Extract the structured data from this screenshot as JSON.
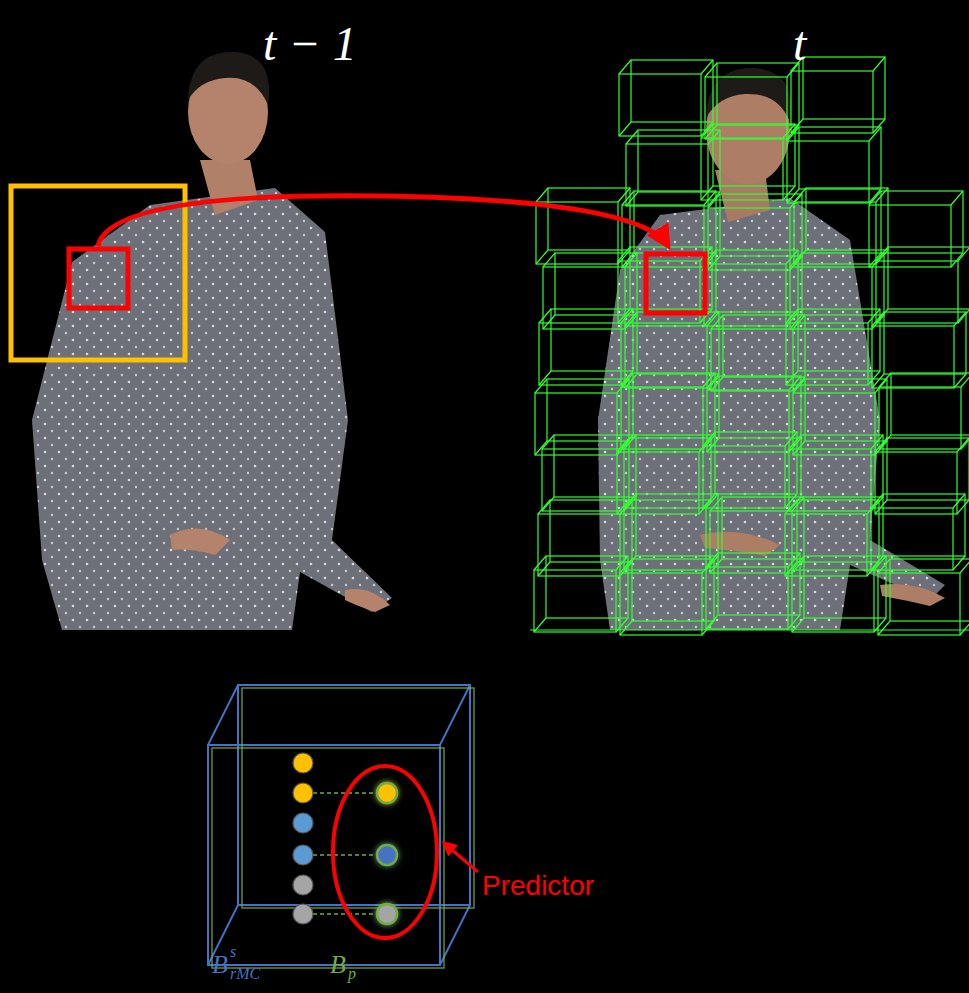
{
  "diagram": {
    "labels": [
      "t − 1",
      "t",
      "Predictor",
      "B",
      "s",
      "rMC",
      "B",
      "p"
    ]
  }
}
